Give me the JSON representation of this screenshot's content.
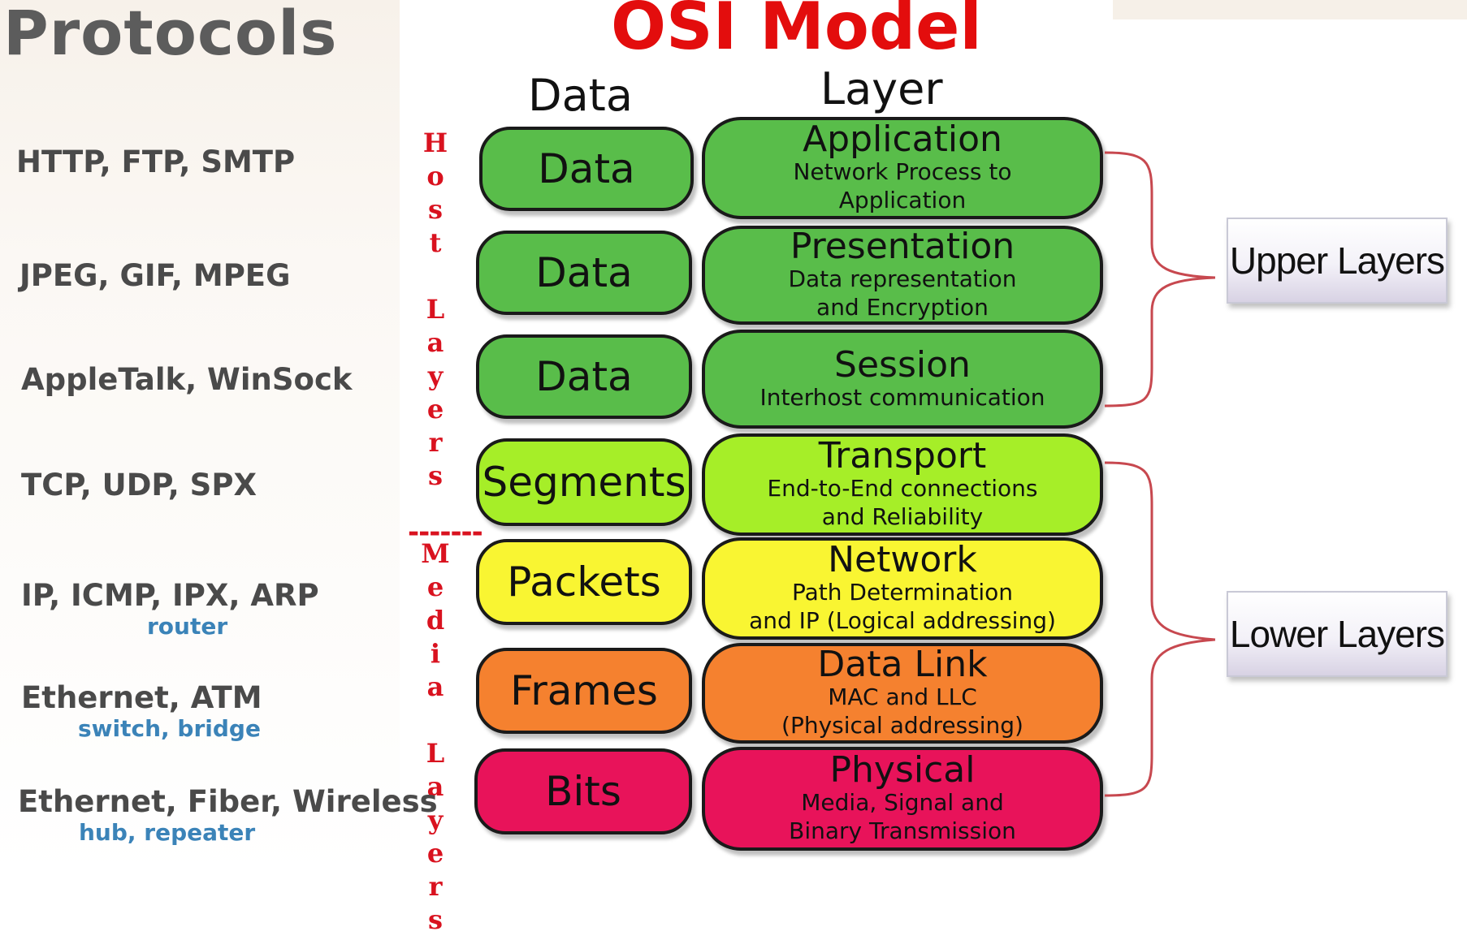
{
  "protocols_title": "Protocols",
  "osi_title": "OSI Model",
  "headers": {
    "data": "Data",
    "layer": "Layer"
  },
  "side_labels": {
    "host": [
      "H",
      "o",
      "s",
      "t",
      "",
      "L",
      "a",
      "y",
      "e",
      "r",
      "s"
    ],
    "divider": "-------",
    "media": [
      "M",
      "e",
      "d",
      "i",
      "a",
      "",
      "L",
      "a",
      "y",
      "e",
      "r",
      "s"
    ]
  },
  "layers": [
    {
      "data_unit": "Data",
      "name": "Application",
      "desc": [
        "Network Process to",
        "Application"
      ],
      "color": "#59bd4a",
      "protocols": "HTTP, FTP, SMTP",
      "device": ""
    },
    {
      "data_unit": "Data",
      "name": "Presentation",
      "desc": [
        "Data representation",
        "and Encryption"
      ],
      "color": "#59bd4a",
      "protocols": "JPEG, GIF, MPEG",
      "device": ""
    },
    {
      "data_unit": "Data",
      "name": "Session",
      "desc": [
        "Interhost communication"
      ],
      "color": "#59bd4a",
      "protocols": "AppleTalk, WinSock",
      "device": ""
    },
    {
      "data_unit": "Segments",
      "name": "Transport",
      "desc": [
        "End-to-End connections",
        "and Reliability"
      ],
      "color": "#a6ee28",
      "protocols": "TCP, UDP, SPX",
      "device": ""
    },
    {
      "data_unit": "Packets",
      "name": "Network",
      "desc": [
        "Path Determination",
        "and IP (Logical addressing)"
      ],
      "color": "#f9f532",
      "protocols": "IP, ICMP, IPX, ARP",
      "device": "router"
    },
    {
      "data_unit": "Frames",
      "name": "Data Link",
      "desc": [
        "MAC and LLC",
        "(Physical addressing)"
      ],
      "color": "#f5812f",
      "protocols": "Ethernet, ATM",
      "device": "switch, bridge"
    },
    {
      "data_unit": "Bits",
      "name": "Physical",
      "desc": [
        "Media, Signal and",
        "Binary Transmission"
      ],
      "color": "#e8135a",
      "protocols": "Ethernet, Fiber, Wireless",
      "device": "hub, repeater"
    }
  ],
  "groups": {
    "upper": "Upper Layers",
    "lower": "Lower Layers"
  },
  "colors": {
    "outline": "#1a1a1a",
    "bracket": "#c7484f",
    "title_red": "#e30d0d",
    "label_red": "#d9121f",
    "device_blue": "#3b83b8"
  }
}
